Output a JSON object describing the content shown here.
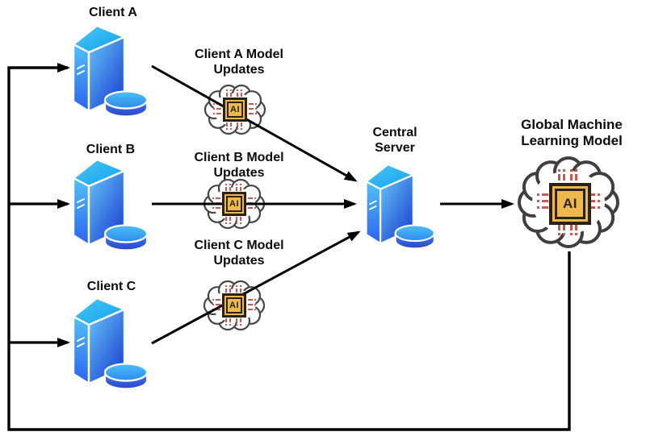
{
  "diagram": {
    "chip_text": "AI",
    "clients": [
      {
        "label": "Client A"
      },
      {
        "label": "Client B"
      },
      {
        "label": "Client C"
      }
    ],
    "client_updates": [
      {
        "label": "Client A Model\nUpdates"
      },
      {
        "label": "Client B Model\nUpdates"
      },
      {
        "label": "Client C Model\nUpdates"
      }
    ],
    "central_server": {
      "label": "Central\nServer"
    },
    "global_model": {
      "label": "Global Machine\nLearning Model"
    },
    "edges": [
      {
        "from": "Client A",
        "to": "Central Server",
        "via": "Client A Model Updates"
      },
      {
        "from": "Client B",
        "to": "Central Server",
        "via": "Client B Model Updates"
      },
      {
        "from": "Client C",
        "to": "Central Server",
        "via": "Client C Model Updates"
      },
      {
        "from": "Central Server",
        "to": "Global Machine Learning Model"
      },
      {
        "from": "Global Machine Learning Model",
        "to": "Client A"
      },
      {
        "from": "Global Machine Learning Model",
        "to": "Client B"
      },
      {
        "from": "Global Machine Learning Model",
        "to": "Client C"
      }
    ],
    "colors": {
      "arrow": "#000000",
      "text": "#0b0b0b",
      "cloud_outline": "#3f3f3f",
      "chip_gold": "#EDB84C",
      "chip_dark": "#2B2115",
      "circuit_red": "#C25B55",
      "server_blue_light": "#5CC4F8",
      "server_blue_mid": "#2F7BF0",
      "server_blue_dark": "#1B3ED2"
    }
  }
}
